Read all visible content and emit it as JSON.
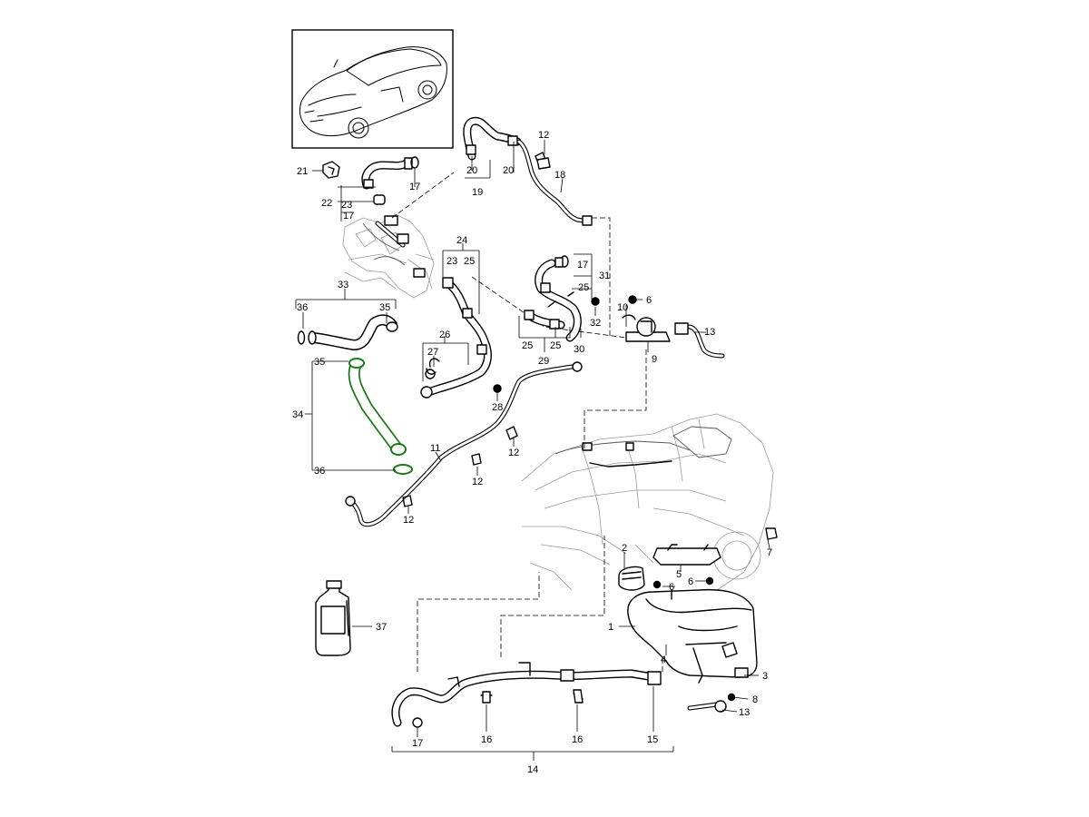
{
  "colors": {
    "line": "#000000",
    "highlight": "#1a7a1a",
    "sketch": "#9a9a9a",
    "background": "#ffffff"
  },
  "callouts": {
    "c1": "1",
    "c2": "2",
    "c3": "3",
    "c4": "4",
    "c5": "5",
    "c6a": "6",
    "c6b": "6",
    "c6c": "6",
    "c7": "7",
    "c8": "8",
    "c9": "9",
    "c10": "10",
    "c11": "11",
    "c12a": "12",
    "c12b": "12",
    "c12c": "12",
    "c12d": "12",
    "c13a": "13",
    "c13b": "13",
    "c14": "14",
    "c15": "15",
    "c16a": "16",
    "c16b": "16",
    "c17a": "17",
    "c17b": "17",
    "c17c": "17",
    "c17d": "17",
    "c18": "18",
    "c19": "19",
    "c20a": "20",
    "c20b": "20",
    "c21": "21",
    "c22": "22",
    "c23a": "23",
    "c23b": "23",
    "c24": "24",
    "c25a": "25",
    "c25b": "25",
    "c25c": "25",
    "c25d": "25",
    "c26": "26",
    "c27": "27",
    "c28": "28",
    "c29": "29",
    "c30": "30",
    "c31": "31",
    "c32": "32",
    "c33": "33",
    "c34": "34",
    "c35a": "35",
    "c35b": "35",
    "c36a": "36",
    "c36b": "36",
    "c37": "37"
  },
  "icons": {
    "vehicle": "car-thumbnail-icon",
    "coolant_bottle": "coolant-bottle-icon",
    "reservoir": "expansion-tank-icon"
  },
  "highlighted_part": "35"
}
